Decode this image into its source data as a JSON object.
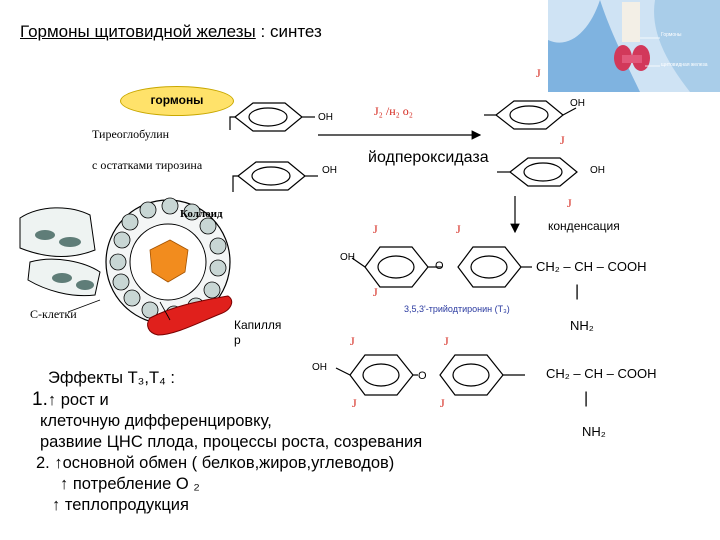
{
  "title": {
    "main": "Гормоны щитовидной железы",
    "suffix": " : синтез"
  },
  "hormones_pill": "гормоны",
  "thyroglobulin": "Тиреоглобулин",
  "tyrosine_residues": "с остатками тирозина",
  "colloid": "Коллоид",
  "c_cells": "С-клетки",
  "capillary_line1": "Капилля",
  "capillary_line2": "р",
  "reagents": "J₂ /н₂ о₂",
  "enzyme": "йодпероксидаза",
  "condensation": "конденсация",
  "oh": "ОН",
  "iodine": "J",
  "o_bridge": "О",
  "side_chain": "CH₂ – CH – COOH",
  "amino_bar": "|",
  "nh2": "NH₂",
  "t3_name": "3,5,3'-трийодтиронин (Т₃)",
  "effects": {
    "heading": "Эффекты Т₃,Т₄ :",
    "item1_num": "1.",
    "item1_a": "↑ рост и",
    "item1_b": "клеточную дифференцировку,",
    "item1_c": "развиие ЦНС плода, процессы          роста, созревания",
    "item2": "2.  ↑основной обмен  ( белков,жиров,углеводов)",
    "item3": "↑ потребление О ₂",
    "item4": "↑ теплопродукция"
  },
  "thumbnail_labels": {
    "top": "Гормоны",
    "bottom": "щитовидная железа"
  },
  "colors": {
    "iodine": "#d4241a",
    "pill": "#ffe26a",
    "colloid_orange": "#f28c1e",
    "capillary_red": "#e0201c",
    "cell_gray": "#5f7d78",
    "thumb_blue": "#7fb3e0"
  }
}
